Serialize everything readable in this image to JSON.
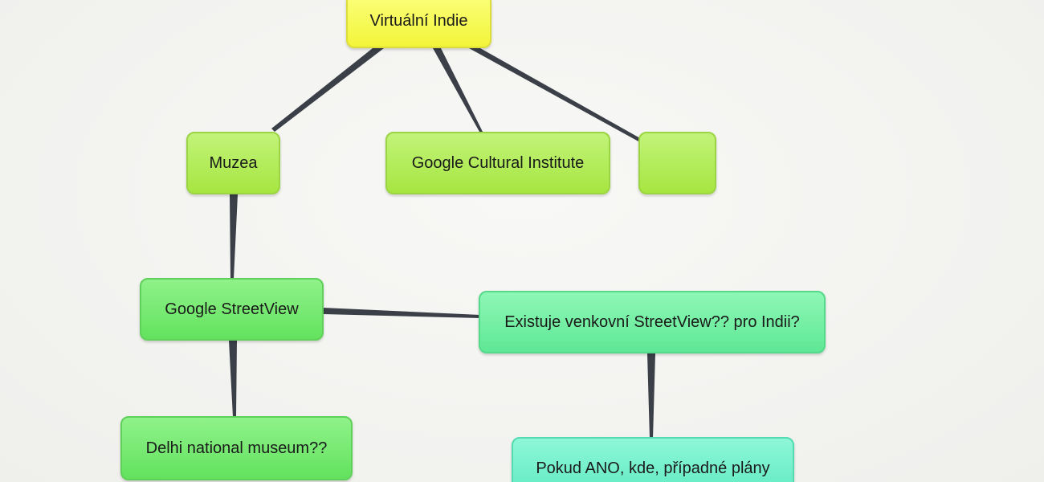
{
  "diagram": {
    "title": "",
    "nodes": [
      {
        "id": "virtualni-indie",
        "label": "Virtuální Indie",
        "color": "#f5f740"
      },
      {
        "id": "muzea",
        "label": "Muzea",
        "color": "#aee84c"
      },
      {
        "id": "google-cultural-institute",
        "label": "Google Cultural Institute",
        "color": "#aee84c"
      },
      {
        "id": "empty",
        "label": "",
        "color": "#aee84c"
      },
      {
        "id": "google-streetview",
        "label": "Google StreetView",
        "color": "#6ee468"
      },
      {
        "id": "existuje-venkovni-streetview",
        "label": "Existuje venkovní StreetView?? pro Indii?",
        "color": "#6aea9c"
      },
      {
        "id": "delhi-national-museum",
        "label": "Delhi national museum??",
        "color": "#6ee468"
      },
      {
        "id": "pokud-ano",
        "label": "Pokud ANO, kde, případné plány",
        "color": "#68ecc8"
      }
    ],
    "edges": [
      {
        "from": "virtualni-indie",
        "to": "muzea"
      },
      {
        "from": "virtualni-indie",
        "to": "google-cultural-institute"
      },
      {
        "from": "virtualni-indie",
        "to": "empty"
      },
      {
        "from": "muzea",
        "to": "google-streetview"
      },
      {
        "from": "google-streetview",
        "to": "existuje-venkovni-streetview"
      },
      {
        "from": "google-streetview",
        "to": "delhi-national-museum"
      },
      {
        "from": "existuje-venkovni-streetview",
        "to": "pokud-ano"
      }
    ],
    "edge_color": "#3b3f48"
  }
}
